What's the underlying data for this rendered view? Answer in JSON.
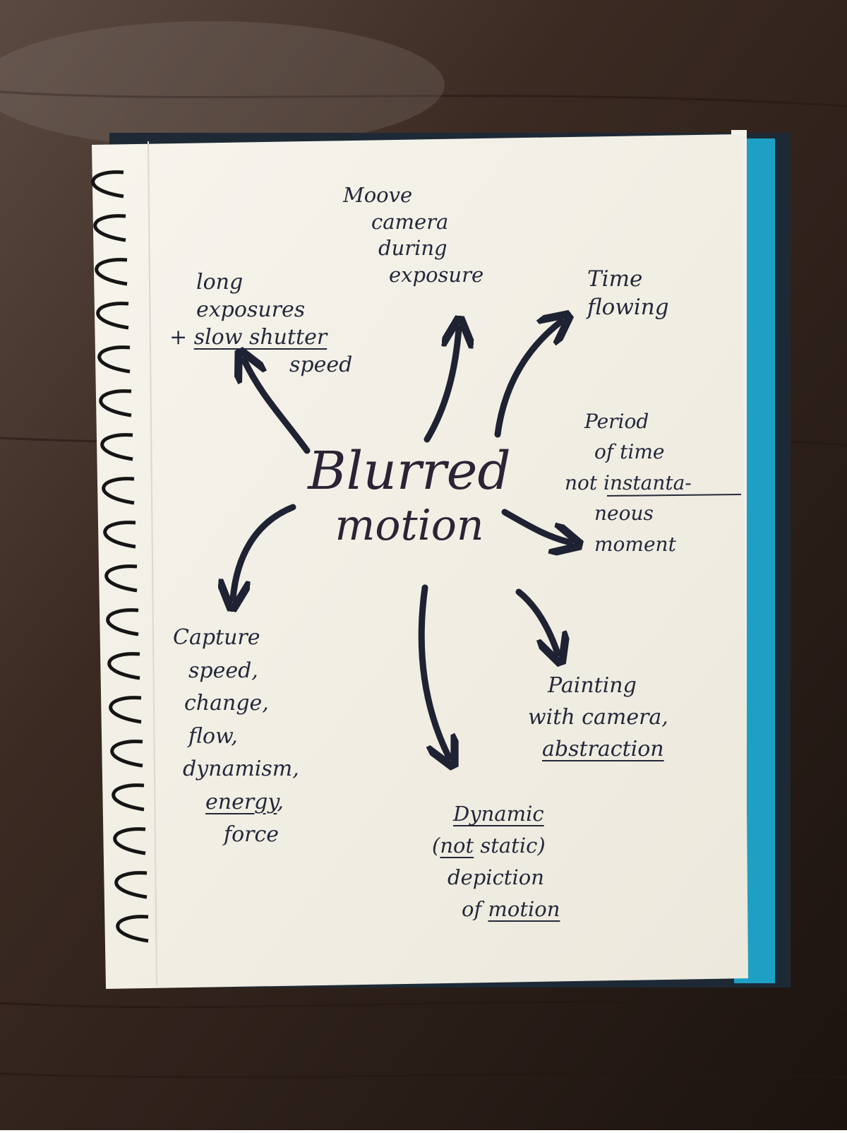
{
  "colors": {
    "desk": "#3a2820",
    "paper": "#f3f0e6",
    "ink": "#24283a",
    "marker": "#1e2232",
    "spiral": "#151515",
    "cover": "#1d2a35",
    "tab": "#1e9fc4"
  },
  "mindmap": {
    "center": {
      "line1": "Blurred",
      "line2": "motion"
    },
    "nodes": {
      "move_camera": [
        "Moove",
        "camera",
        "during",
        "exposure"
      ],
      "long_exposures": {
        "line1": "long",
        "line2": "exposures",
        "line3_prefix": "+ ",
        "line3_underlined": "slow shutter",
        "line4": "speed"
      },
      "time_flowing": [
        "Time",
        "flowing"
      ],
      "period_of_time": [
        "Period",
        "of time",
        "not instanta-",
        "neous",
        "moment"
      ],
      "capture": {
        "lines": [
          "Capture",
          "speed,",
          "change,",
          "flow,",
          "dynamism,"
        ],
        "underlined": "energy",
        "suffix": ",",
        "last": "force"
      },
      "painting": {
        "line1": "Painting",
        "line2": "with camera,",
        "underlined": "abstraction"
      },
      "dynamic": {
        "title": "Dynamic",
        "open_paren": "(",
        "not": "not",
        "static": " static)",
        "line3": "depiction",
        "line4_prefix": "of ",
        "line4_underlined": "motion"
      }
    }
  }
}
